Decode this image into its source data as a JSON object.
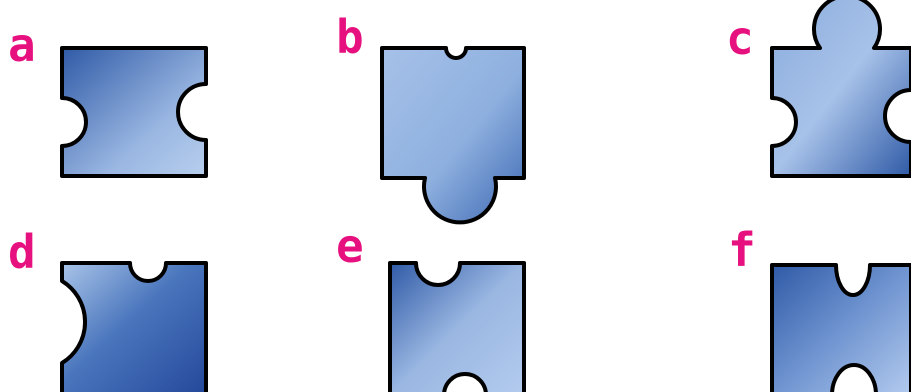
{
  "colors": {
    "label": "#e6117f",
    "outline": "#000000",
    "fill_dark": "#2f5aa6",
    "fill_light": "#a9c4e8"
  },
  "pieces": [
    {
      "label": "a"
    },
    {
      "label": "b"
    },
    {
      "label": "c"
    },
    {
      "label": "d"
    },
    {
      "label": "e"
    },
    {
      "label": "f"
    }
  ]
}
